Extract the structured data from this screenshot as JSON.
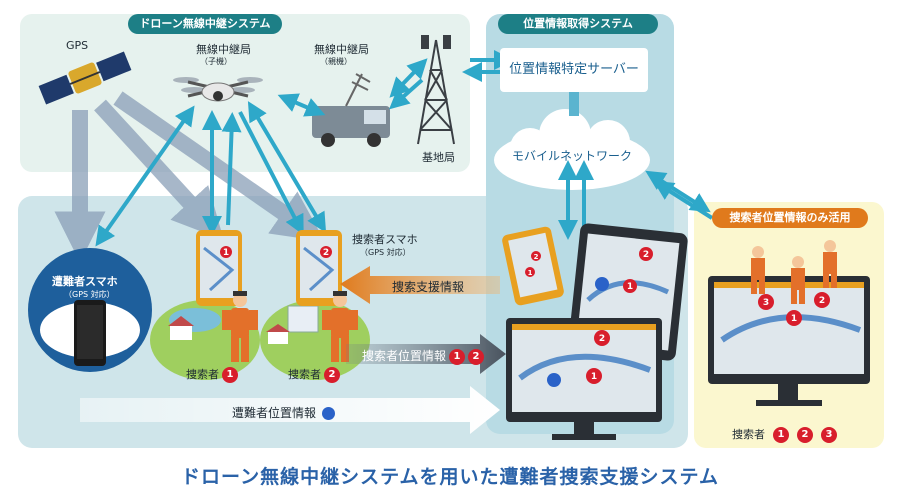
{
  "colors": {
    "drone_bg": "#e6f2ee",
    "location_bg": "#b8dbe4",
    "lower_bg": "#cfe5ea",
    "user_bg": "#fbf7cf",
    "teal": "#1d7f86",
    "orange": "#e07a1c",
    "pin_red": "#d81e2c",
    "blue_dot": "#2a62c8",
    "cyan_arrow": "#2ea8c9",
    "title_blue": "#2a62a8"
  },
  "drone_section": {
    "header": "ドローン無線中継システム",
    "gps_label": "GPS",
    "relay_child_label": "無線中継局",
    "relay_child_sub": "（子機）",
    "relay_parent_label": "無線中継局",
    "relay_parent_sub": "（親機）",
    "base_station_label": "基地局"
  },
  "location_section": {
    "header": "位置情報取得システム",
    "server_label": "位置情報特定サーバー",
    "network_label": "モバイルネットワーク"
  },
  "victim": {
    "title": "遭難者スマホ",
    "sub": "（GPS 対応）"
  },
  "searcher_phone": {
    "title": "捜索者スマホ",
    "sub": "（GPS 対応）"
  },
  "searcher_1": {
    "label": "捜索者",
    "num": "1"
  },
  "searcher_2": {
    "label": "捜索者",
    "num": "2"
  },
  "flows": {
    "support_info": "捜索支援情報",
    "searcher_location": "捜索者位置情報",
    "searcher_location_nums": [
      "1",
      "2"
    ],
    "victim_location": "遭難者位置情報"
  },
  "user_section": {
    "header": "捜索者位置情報のみ活用",
    "legend_label": "捜索者",
    "legend_nums": [
      "1",
      "2",
      "3"
    ]
  },
  "map_pins": {
    "tablet": [
      "2",
      "1"
    ],
    "monitor": [
      "2",
      "1"
    ],
    "right_monitor": [
      "3",
      "1",
      "2"
    ],
    "phone_small": [
      "2",
      "1"
    ]
  },
  "footer_title": "ドローン無線中継システムを用いた遭難者捜索支援システム"
}
